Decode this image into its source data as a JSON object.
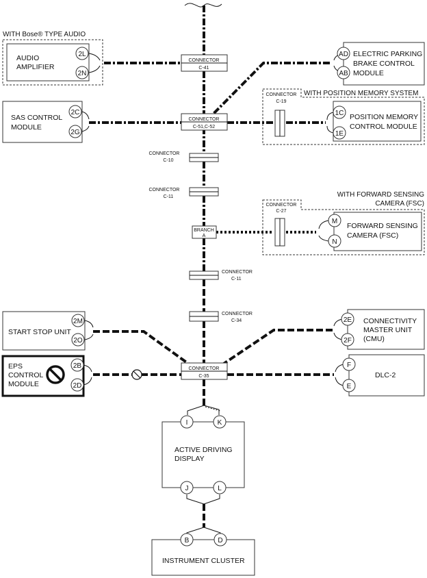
{
  "groups": {
    "bose": "WITH Bose® TYPE AUDIO",
    "position_memory": "WITH POSITION MEMORY SYSTEM",
    "fsc_line1": "WITH FORWARD SENSING",
    "fsc_line2": "CAMERA (FSC)"
  },
  "modules": {
    "audio_amp": [
      "AUDIO",
      "AMPLIFIER"
    ],
    "epb": [
      "ELECTRIC PARKING",
      "BRAKE CONTROL",
      "MODULE"
    ],
    "sas": [
      "SAS CONTROL",
      "MODULE"
    ],
    "pos_mem": [
      "POSITION MEMORY",
      "CONTROL MODULE"
    ],
    "fsc": [
      "FORWARD SENSING",
      "CAMERA (FSC)"
    ],
    "start_stop": "START STOP UNIT",
    "cmu": [
      "CONNECTIVITY",
      "MASTER UNIT",
      "(CMU)"
    ],
    "eps": [
      "EPS",
      "CONTROL",
      "MODULE"
    ],
    "dlc": "DLC-2",
    "add": [
      "ACTIVE DRIVING",
      "DISPLAY"
    ],
    "cluster": "INSTRUMENT CLUSTER"
  },
  "connectors": {
    "c41": [
      "CONNECTOR",
      "C-41"
    ],
    "c51": [
      "CONNECTOR",
      "C-51,C-52"
    ],
    "c10": [
      "CONNECTOR",
      "C-10"
    ],
    "c11a": [
      "CONNECTOR",
      "C-11"
    ],
    "branch": [
      "BRANCH",
      "A"
    ],
    "c11b": [
      "CONNECTOR",
      "C-11"
    ],
    "c34": [
      "CONNECTOR",
      "C-34"
    ],
    "c35": [
      "CONNECTOR",
      "C-35"
    ],
    "c19": [
      "CONNECTOR",
      "C-19"
    ],
    "c27": [
      "CONNECTOR",
      "C-27"
    ]
  },
  "pins": {
    "audio": [
      "2L",
      "2N"
    ],
    "epb": [
      "AD",
      "AB"
    ],
    "sas": [
      "2C",
      "2G"
    ],
    "pos_mem": [
      "1C",
      "1E"
    ],
    "fsc": [
      "M",
      "N"
    ],
    "start_stop": [
      "2M",
      "2O"
    ],
    "cmu": [
      "2E",
      "2F"
    ],
    "eps": [
      "2B",
      "2D"
    ],
    "dlc": [
      "F",
      "E"
    ],
    "add_top": [
      "I",
      "K"
    ],
    "add_bottom": [
      "J",
      "L"
    ],
    "cluster": [
      "B",
      "D"
    ]
  },
  "icons": {
    "no_symbol": "no-entry-icon",
    "no_symbol_small": "no-entry-small-icon"
  }
}
